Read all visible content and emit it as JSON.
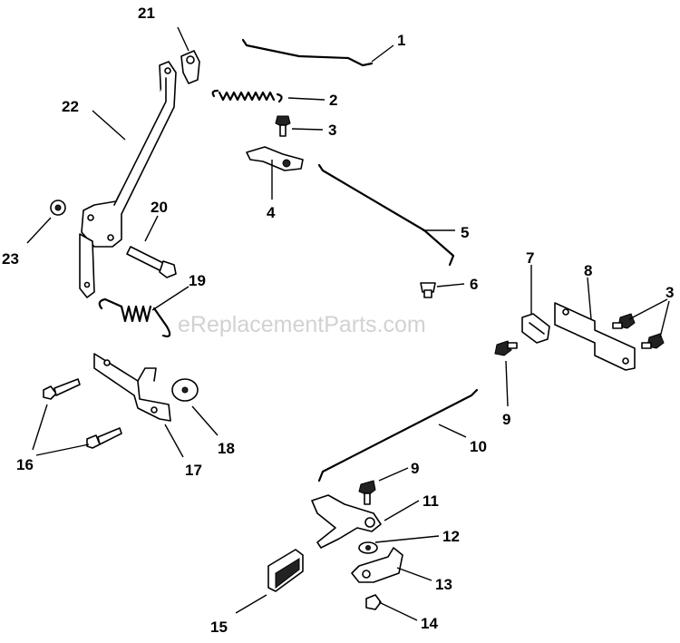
{
  "watermark": "eReplacementParts.com",
  "callouts": [
    "1",
    "2",
    "3",
    "4",
    "5",
    "6",
    "7",
    "8",
    "3",
    "9",
    "10",
    "9",
    "11",
    "12",
    "13",
    "14",
    "15",
    "16",
    "17",
    "18",
    "19",
    "20",
    "21",
    "22",
    "23"
  ]
}
